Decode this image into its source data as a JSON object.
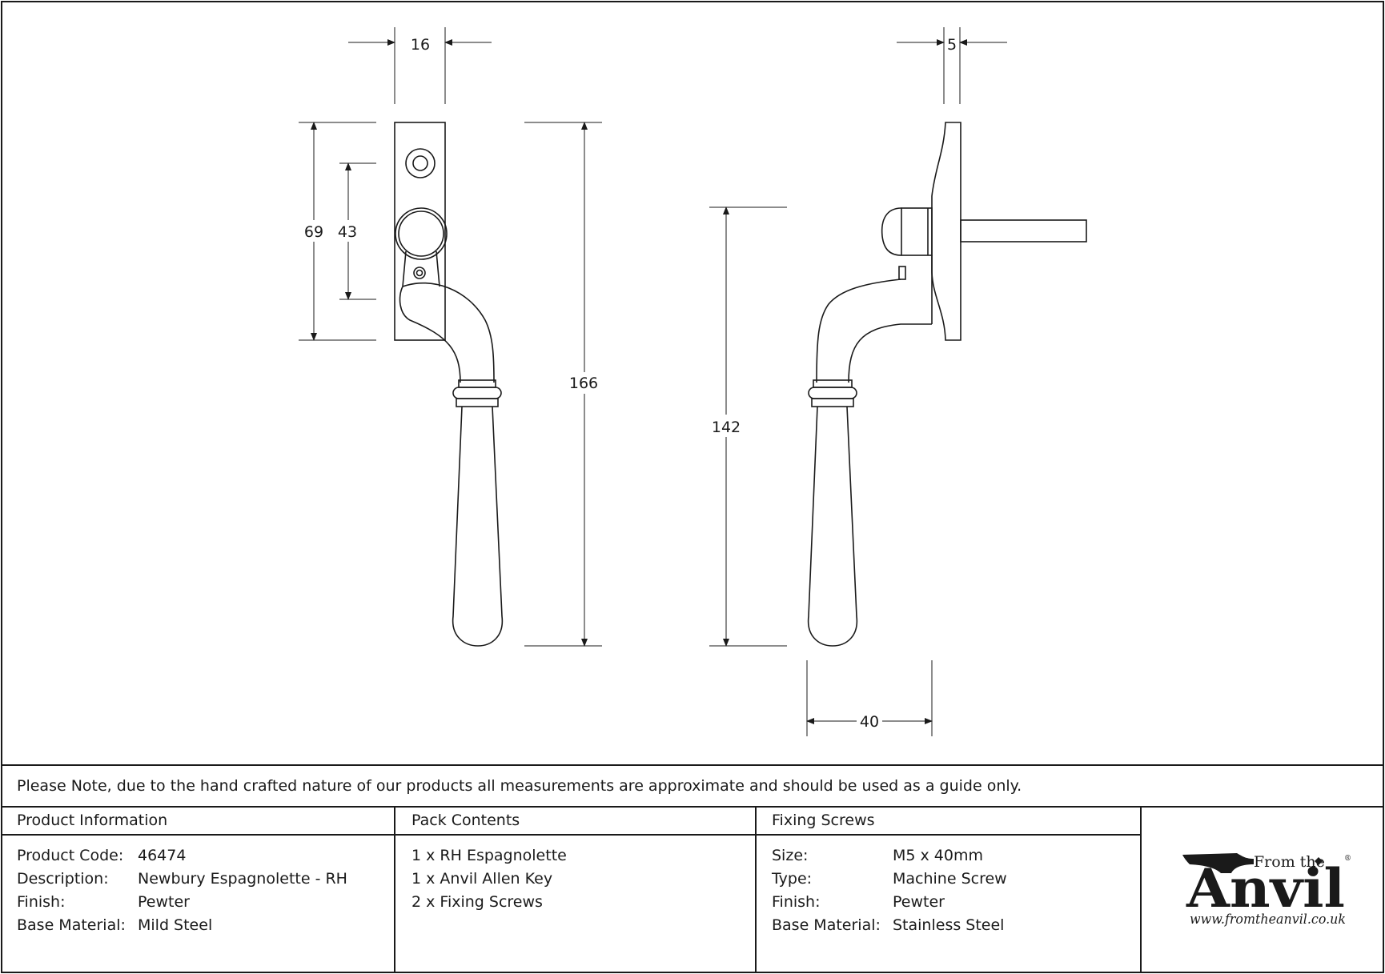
{
  "dimensions": {
    "front_width": "16",
    "front_backplate_height": "69",
    "front_hole_spacing": "43",
    "front_overall_height": "166",
    "side_plate_depth": "5",
    "side_height": "142",
    "side_projection": "40"
  },
  "note": "Please Note, due to the hand crafted nature of our products all measurements are approximate and should be used as a guide only.",
  "product_info": {
    "heading": "Product Information",
    "rows": [
      {
        "label": "Product Code:",
        "value": "46474"
      },
      {
        "label": "Description:",
        "value": "Newbury Espagnolette - RH"
      },
      {
        "label": "Finish:",
        "value": "Pewter"
      },
      {
        "label": "Base Material:",
        "value": "Mild Steel"
      }
    ]
  },
  "pack_contents": {
    "heading": "Pack Contents",
    "items": [
      "1 x RH Espagnolette",
      "1 x Anvil Allen Key",
      "2 x Fixing Screws"
    ]
  },
  "fixing_screws": {
    "heading": "Fixing Screws",
    "rows": [
      {
        "label": "Size:",
        "value": "M5 x 40mm"
      },
      {
        "label": "Type:",
        "value": "Machine Screw"
      },
      {
        "label": "Finish:",
        "value": "Pewter"
      },
      {
        "label": "Base Material:",
        "value": "Stainless Steel"
      }
    ]
  },
  "logo": {
    "from_the": "From the",
    "brand": "Anvil",
    "registered": "®",
    "url": "www.fromtheanvil.co.uk"
  }
}
